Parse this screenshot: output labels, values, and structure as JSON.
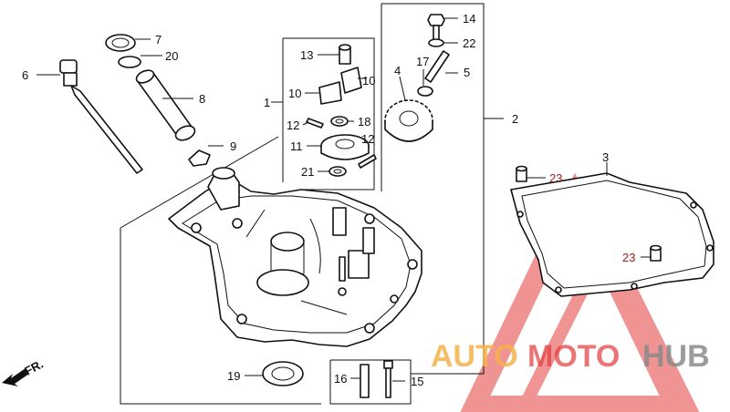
{
  "labels": {
    "l1": "1",
    "l2": "2",
    "l3": "3",
    "l4": "4",
    "l5": "5",
    "l6": "6",
    "l7": "7",
    "l8": "8",
    "l9": "9",
    "l10a": "10",
    "l10b": "10",
    "l11": "11",
    "l12a": "12",
    "l12b": "12",
    "l13": "13",
    "l14": "14",
    "l15": "15",
    "l16": "16",
    "l17": "17",
    "l18": "18",
    "l19": "19",
    "l20": "20",
    "l21": "21",
    "l22": "22",
    "l23a": "23",
    "l23b": "23"
  },
  "direction": "FR.",
  "watermark": {
    "part1": "AUTO",
    "part2": "MOTO",
    "part3": "HUB"
  },
  "colors": {
    "watermark_red": "#e23b3b",
    "watermark_orange": "#f5b24a",
    "watermark_grey": "#8a8a8a",
    "line": "#111111"
  }
}
